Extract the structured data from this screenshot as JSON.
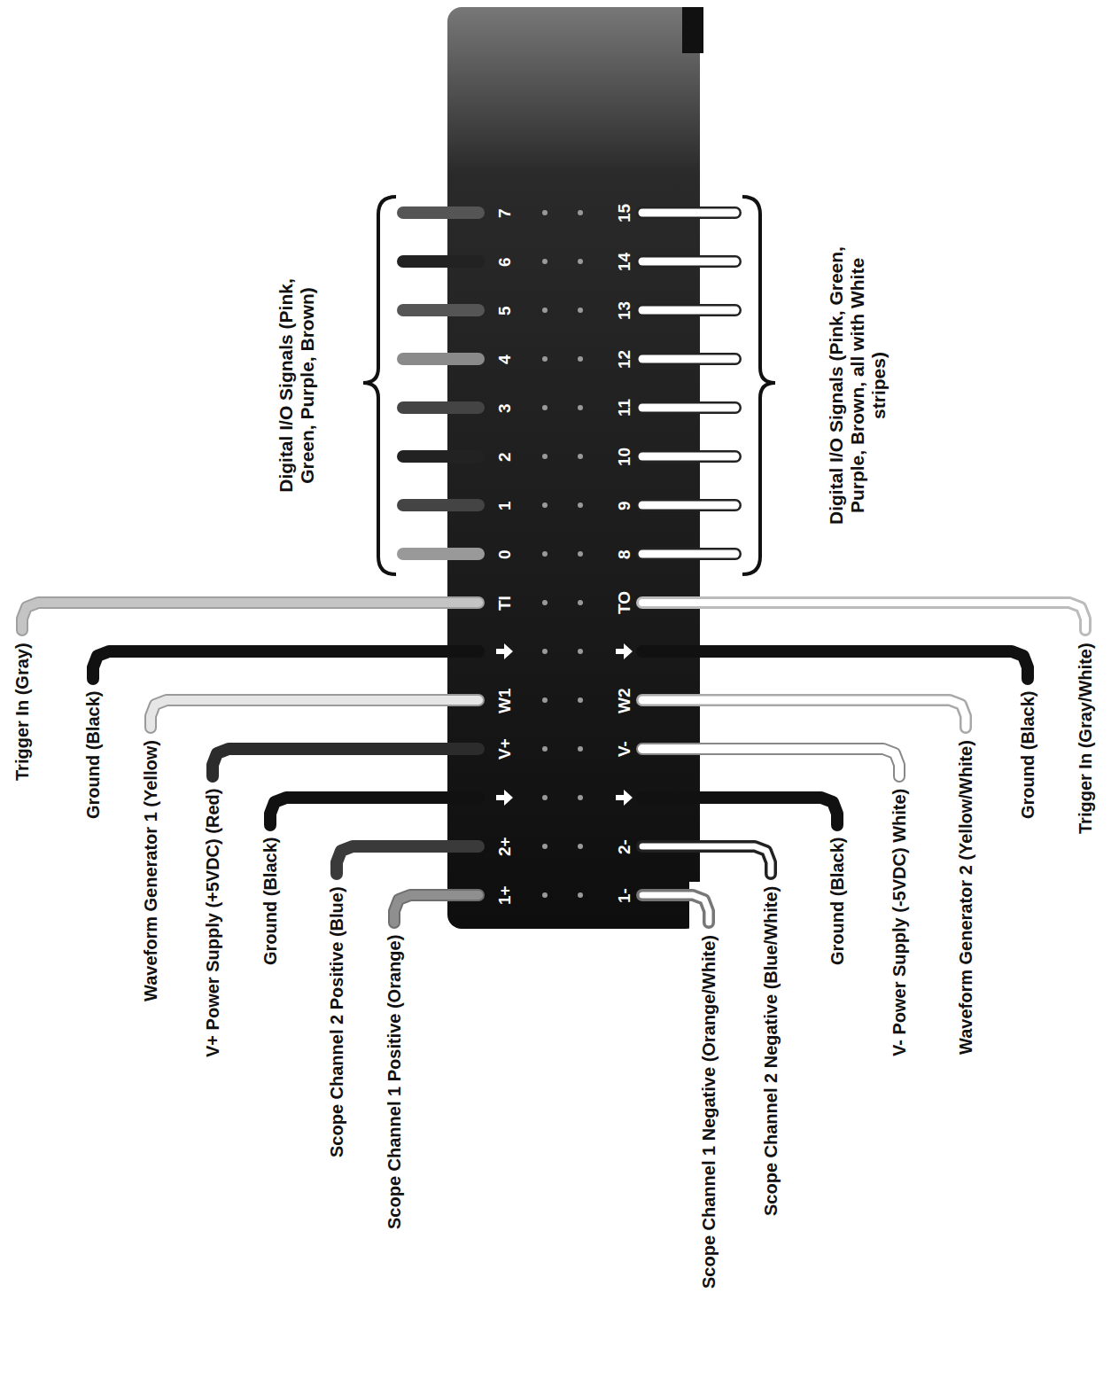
{
  "diagram": {
    "labels": [
      "1+",
      "2+",
      "V+",
      "W1",
      "TI",
      "0",
      "1",
      "2",
      "3",
      "4",
      "5",
      "6",
      "7",
      "1-",
      "2-",
      "V-",
      "W2",
      "TO",
      "8",
      "9",
      "10",
      "11",
      "12",
      "13",
      "14",
      "15",
      "Trigger In (Gray)",
      "Ground (Black)",
      "Waveform Generator 1 (Yellow)",
      "V+ Power Supply (+5VDC) (Red)",
      "Ground (Black)",
      "Scope Channel 2 Positive (Blue)",
      "Scope Channel 1 Positive (Orange)",
      "Scope Channel 1 Negative (Orange/White)",
      "Scope Channel 2 Negative (Blue/White)",
      "Ground (Black)",
      "V- Power Supply (-5VDC) White)",
      "Waveform Generator 2 (Yellow/White)",
      "Ground (Black)",
      "Trigger In (Gray/White)",
      "Digital I/O Signals (Pink, Green, Purple, Brown)",
      "Digital I/O Signals (Pink, Green, Purple, Brown, all with White stripes)"
    ]
  }
}
